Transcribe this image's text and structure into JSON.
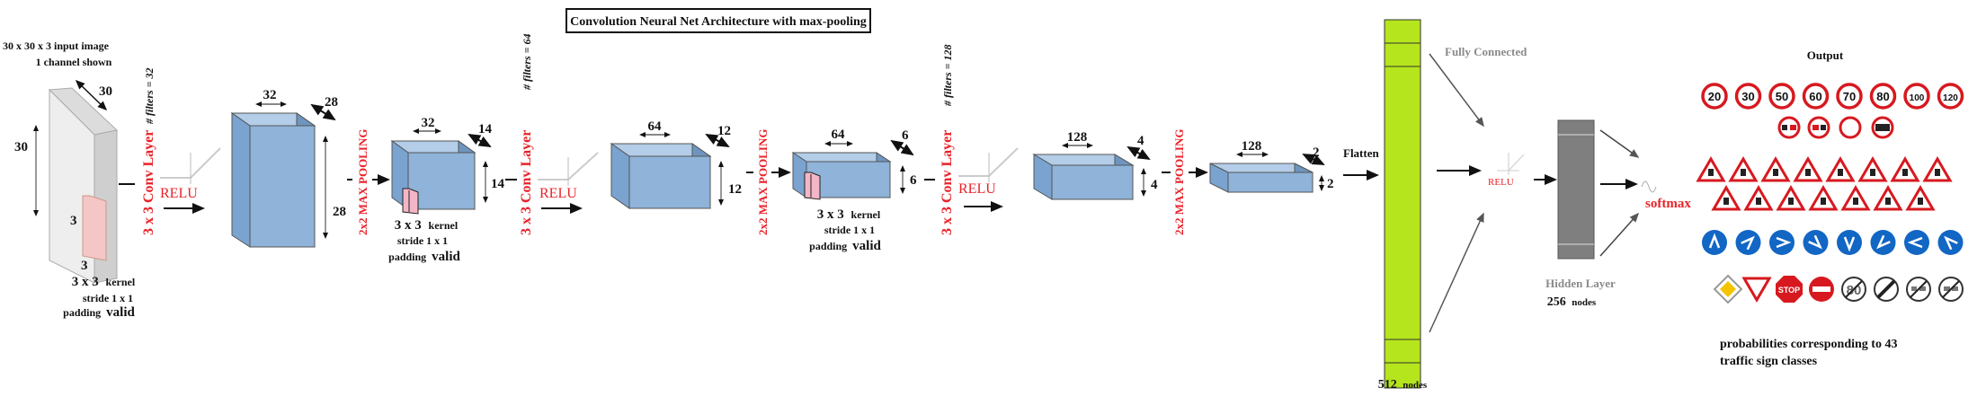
{
  "title": "Convolution Neural Net Architecture with max-pooling",
  "input": {
    "line1": "30 x 30 x 3 input image",
    "line2": "1 channel shown",
    "dims": [
      "30",
      "30"
    ],
    "kernel_dim": [
      "3",
      "3"
    ],
    "kernel": "3 x 3",
    "kernel_word": "kernel",
    "stride": "stride 1 x 1",
    "padding": "padding",
    "padding_val": "valid"
  },
  "conv_layers": [
    {
      "label": "3 x 3 Conv Layer",
      "filters": "# filters = 32",
      "act": "RELU"
    },
    {
      "label": "3 x 3 Conv Layer",
      "filters": "# filters = 64",
      "act": "RELU"
    },
    {
      "label": "3 x 3 Conv Layer",
      "filters": "# filters = 128",
      "act": "RELU"
    }
  ],
  "feature_maps": [
    {
      "width": "32",
      "depth": "28",
      "height": "28"
    },
    {
      "width": "32",
      "depth": "14",
      "height": "14"
    },
    {
      "width": "64",
      "depth": "12",
      "height": "12"
    },
    {
      "width": "64",
      "depth": "6",
      "height": "6"
    },
    {
      "width": "128",
      "depth": "4",
      "height": "4"
    },
    {
      "width": "128",
      "depth": "2",
      "height": "2"
    }
  ],
  "pool_label": "2x2 MAX POOLING",
  "kernel_notes": [
    {
      "kernel": "3 x 3",
      "kernel_word": "kernel",
      "stride": "stride 1 x 1",
      "padding": "padding",
      "padding_val": "valid"
    },
    {
      "kernel": "3 x 3",
      "kernel_word": "kernel",
      "stride": "stride 1 x 1",
      "padding": "padding",
      "padding_val": "valid"
    }
  ],
  "flatten": "Flatten",
  "flatten_nodes_num": "512",
  "flatten_nodes_word": "nodes",
  "fully_connected": "Fully Connected",
  "fc_relu": "RELU",
  "hidden_layer": "Hidden Layer",
  "hidden_nodes_num": "256",
  "hidden_nodes_word": "nodes",
  "softmax": "softmax",
  "output_title": "Output",
  "output_caption": [
    "probabilities corresponding to 43",
    "traffic sign classes"
  ],
  "speed_signs": [
    "20",
    "30",
    "50",
    "60",
    "70",
    "80",
    "100",
    "120"
  ],
  "stop_text": "STOP",
  "end_sign_text": "80",
  "colors": {
    "conv_red": "#e8232a",
    "cube_face": "#8fb3d9",
    "cube_top": "#b4cde8",
    "cube_side": "#6f95bf",
    "flatten_green": "#b5e51d",
    "hidden_gray": "#7f7f7f",
    "sign_red": "#d7191f",
    "sign_blue": "#1266c4"
  }
}
